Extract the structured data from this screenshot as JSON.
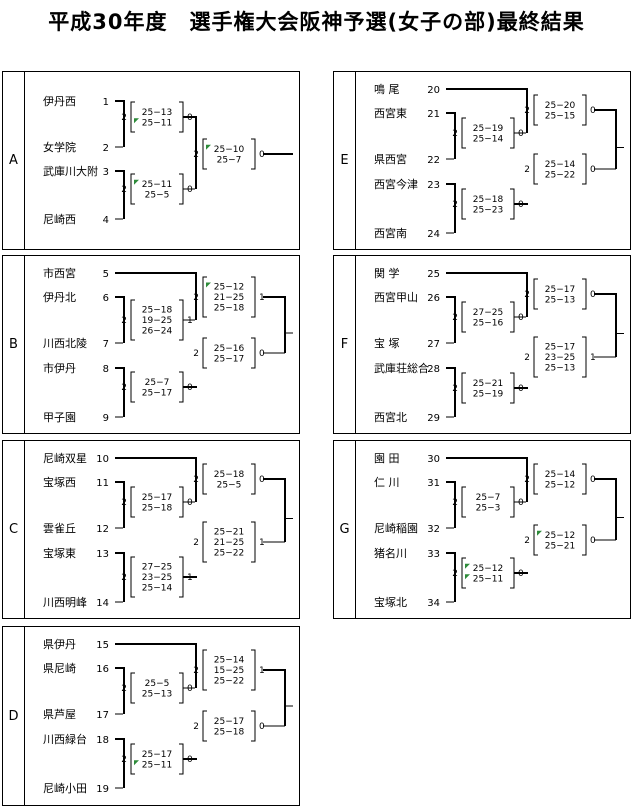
{
  "title": "平成30年度　選手権大会阪神予選(女子の部)最終結果",
  "blocks": [
    {
      "letter": "A",
      "teams": [
        {
          "seed": "1",
          "name": "伊丹西"
        },
        {
          "seed": "2",
          "name": "女学院"
        },
        {
          "seed": "3",
          "name": "武庫川大附"
        },
        {
          "seed": "4",
          "name": "尼崎西"
        }
      ],
      "matches": [
        {
          "top_sets": "2",
          "bottom_sets": "0",
          "scores": [
            "25−13",
            "25−11"
          ]
        },
        {
          "top_sets": "2",
          "bottom_sets": "0",
          "scores": [
            "25−11",
            "25−5"
          ]
        },
        {
          "top_sets": "2",
          "bottom_sets": "0",
          "scores": [
            "25−10",
            "25−7"
          ]
        }
      ]
    },
    {
      "letter": "B",
      "teams": [
        {
          "seed": "5",
          "name": "市西宮"
        },
        {
          "seed": "6",
          "name": "伊丹北"
        },
        {
          "seed": "7",
          "name": "川西北陵"
        },
        {
          "seed": "8",
          "name": "市伊丹"
        },
        {
          "seed": "9",
          "name": "甲子園"
        }
      ],
      "matches": [
        {
          "top_sets": "2",
          "bottom_sets": "1",
          "scores": [
            "25−18",
            "19−25",
            "26−24"
          ]
        },
        {
          "top_sets": "2",
          "bottom_sets": "0",
          "scores": [
            "25−7",
            "25−17"
          ]
        },
        {
          "top_sets": "2",
          "bottom_sets": "1",
          "scores": [
            "25−12",
            "21−25",
            "25−18"
          ]
        },
        {
          "top_sets": "2",
          "bottom_sets": "0",
          "scores": [
            "25−16",
            "25−17"
          ]
        }
      ]
    },
    {
      "letter": "C",
      "teams": [
        {
          "seed": "10",
          "name": "尼崎双星"
        },
        {
          "seed": "11",
          "name": "宝塚西"
        },
        {
          "seed": "12",
          "name": "雲雀丘"
        },
        {
          "seed": "13",
          "name": "宝塚東"
        },
        {
          "seed": "14",
          "name": "川西明峰"
        }
      ],
      "matches": [
        {
          "top_sets": "2",
          "bottom_sets": "0",
          "scores": [
            "25−17",
            "25−18"
          ]
        },
        {
          "top_sets": "2",
          "bottom_sets": "1",
          "scores": [
            "27−25",
            "23−25",
            "25−14"
          ]
        },
        {
          "top_sets": "2",
          "bottom_sets": "0",
          "scores": [
            "25−18",
            "25−5"
          ]
        },
        {
          "top_sets": "2",
          "bottom_sets": "1",
          "scores": [
            "25−21",
            "21−25",
            "25−22"
          ]
        }
      ]
    },
    {
      "letter": "D",
      "teams": [
        {
          "seed": "15",
          "name": "県伊丹"
        },
        {
          "seed": "16",
          "name": "県尼崎"
        },
        {
          "seed": "17",
          "name": "県芦屋"
        },
        {
          "seed": "18",
          "name": "川西緑台"
        },
        {
          "seed": "19",
          "name": "尼崎小田"
        }
      ],
      "matches": [
        {
          "top_sets": "2",
          "bottom_sets": "0",
          "scores": [
            "25−5",
            "25−13"
          ]
        },
        {
          "top_sets": "2",
          "bottom_sets": "0",
          "scores": [
            "25−17",
            "25−11"
          ]
        },
        {
          "top_sets": "2",
          "bottom_sets": "1",
          "scores": [
            "25−14",
            "15−25",
            "25−22"
          ]
        },
        {
          "top_sets": "2",
          "bottom_sets": "0",
          "scores": [
            "25−17",
            "25−18"
          ]
        }
      ]
    },
    {
      "letter": "E",
      "teams": [
        {
          "seed": "20",
          "name": "鳴 尾"
        },
        {
          "seed": "21",
          "name": "西宮東"
        },
        {
          "seed": "22",
          "name": "県西宮"
        },
        {
          "seed": "23",
          "name": "西宮今津"
        },
        {
          "seed": "24",
          "name": "西宮南"
        }
      ],
      "matches": [
        {
          "top_sets": "2",
          "bottom_sets": "0",
          "scores": [
            "25−19",
            "25−14"
          ]
        },
        {
          "top_sets": "2",
          "bottom_sets": "0",
          "scores": [
            "25−18",
            "25−23"
          ]
        },
        {
          "top_sets": "2",
          "bottom_sets": "0",
          "scores": [
            "25−20",
            "25−15"
          ]
        },
        {
          "top_sets": "2",
          "bottom_sets": "0",
          "scores": [
            "25−14",
            "25−22"
          ]
        }
      ]
    },
    {
      "letter": "F",
      "teams": [
        {
          "seed": "25",
          "name": "関 学"
        },
        {
          "seed": "26",
          "name": "西宮甲山"
        },
        {
          "seed": "27",
          "name": "宝 塚"
        },
        {
          "seed": "28",
          "name": "武庫荘総合"
        },
        {
          "seed": "29",
          "name": "西宮北"
        }
      ],
      "matches": [
        {
          "top_sets": "2",
          "bottom_sets": "0",
          "scores": [
            "27−25",
            "25−16"
          ]
        },
        {
          "top_sets": "2",
          "bottom_sets": "0",
          "scores": [
            "25−21",
            "25−19"
          ]
        },
        {
          "top_sets": "2",
          "bottom_sets": "0",
          "scores": [
            "25−17",
            "25−13"
          ]
        },
        {
          "top_sets": "2",
          "bottom_sets": "1",
          "scores": [
            "25−17",
            "23−25",
            "25−13"
          ]
        }
      ]
    },
    {
      "letter": "G",
      "teams": [
        {
          "seed": "30",
          "name": "園 田"
        },
        {
          "seed": "31",
          "name": "仁 川"
        },
        {
          "seed": "32",
          "name": "尼崎稲園"
        },
        {
          "seed": "33",
          "name": "猪名川"
        },
        {
          "seed": "34",
          "name": "宝塚北"
        }
      ],
      "matches": [
        {
          "top_sets": "2",
          "bottom_sets": "0",
          "scores": [
            "25−7",
            "25−3"
          ]
        },
        {
          "top_sets": "2",
          "bottom_sets": "0",
          "scores": [
            "25−12",
            "25−11"
          ]
        },
        {
          "top_sets": "2",
          "bottom_sets": "0",
          "scores": [
            "25−14",
            "25−12"
          ]
        },
        {
          "top_sets": "2",
          "bottom_sets": "0",
          "scores": [
            "25−12",
            "25−21"
          ]
        }
      ]
    }
  ],
  "colors": {
    "line": "#000000",
    "accent": "#2e8b3a"
  }
}
